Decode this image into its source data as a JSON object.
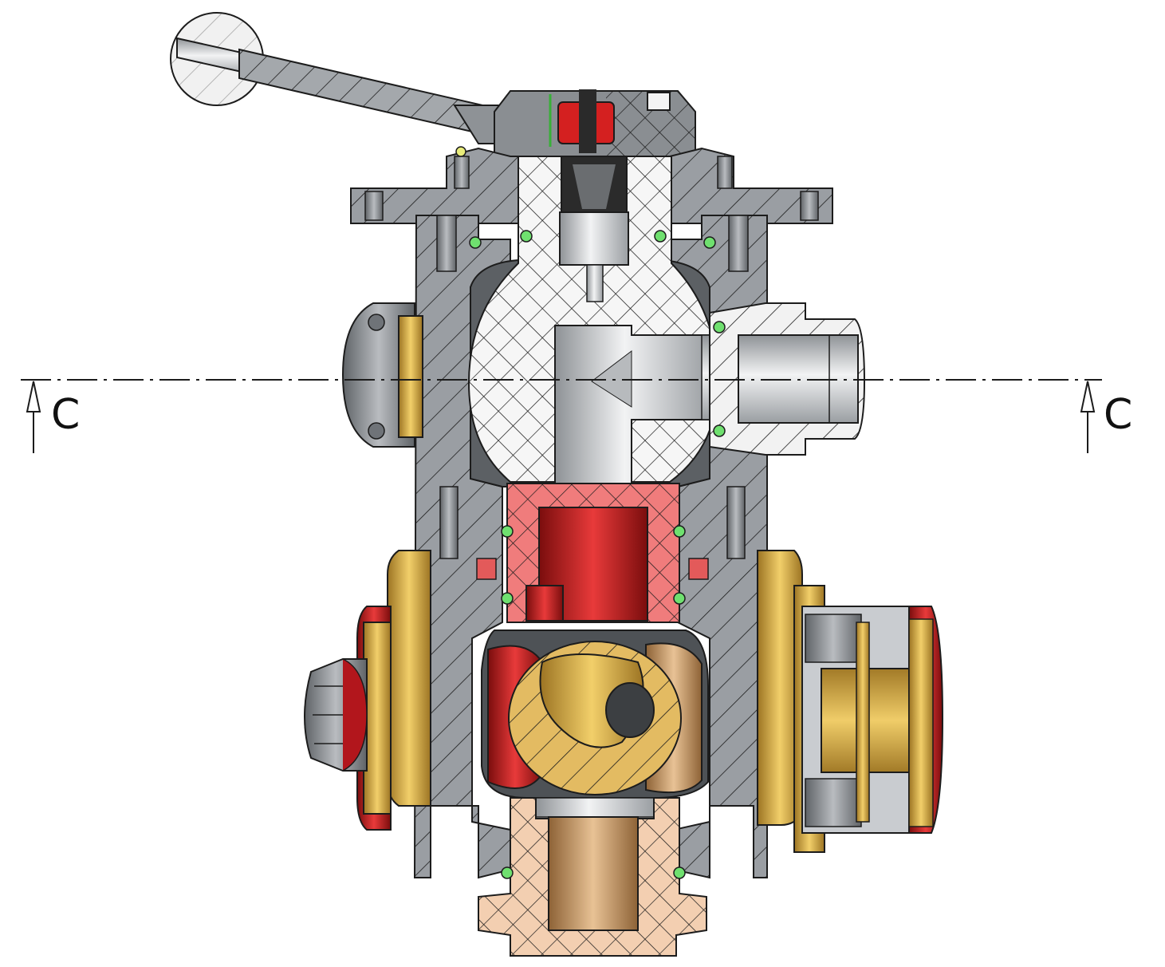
{
  "section": {
    "left_label": "C",
    "right_label": "C"
  },
  "colors": {
    "housing": "#9a9ea3",
    "housing_dark": "#6f7378",
    "outline": "#1c1c1c",
    "ball_white": "#f4f4f4",
    "steel": "#c8cacd",
    "seat_red": "#d21e1e",
    "seat_pink": "#f07c7c",
    "brass": "#e2b64a",
    "bronze_pink": "#f3cfb1",
    "bronze": "#c89a63",
    "oring_green": "#6fe06f"
  },
  "parts": [
    "handle",
    "stem-cap",
    "body",
    "ball",
    "outlet-fitting",
    "lower-seat",
    "diverter",
    "left-nut",
    "right-coupling",
    "bottom-port"
  ]
}
